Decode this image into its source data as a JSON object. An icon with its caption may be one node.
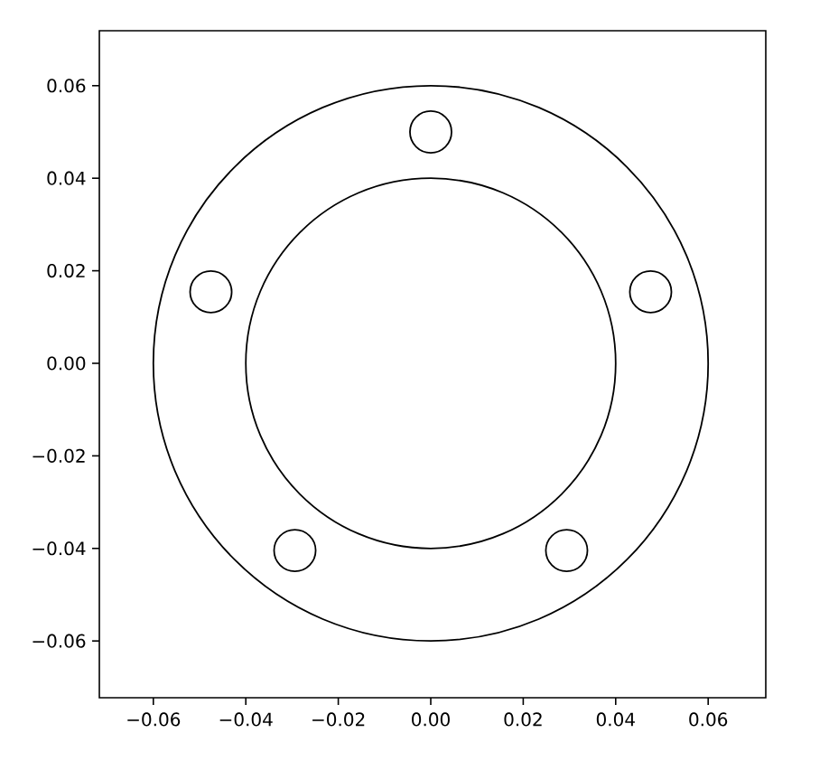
{
  "diagram": {
    "labels": [
      "0.06",
      "0.04",
      "0.02",
      "0.00",
      "−0.02",
      "−0.04",
      "−0.06",
      "−0.06",
      "−0.04",
      "−0.02",
      "0.00",
      "0.02",
      "0.04",
      "0.06"
    ]
  }
}
